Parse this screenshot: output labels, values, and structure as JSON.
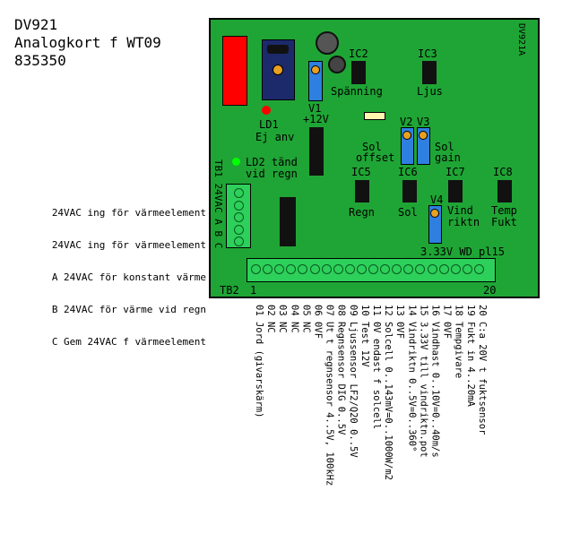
{
  "title": {
    "line1": "DV921",
    "line2": "Analogkort f WT09",
    "line3": "835350"
  },
  "board": {
    "code": "DV921A",
    "v1_label": "V1",
    "v1_volt": "+12V",
    "ld1_line1": "LD1",
    "ld1_line2": "Ej anv",
    "ld2_line1": "LD2 tänd",
    "ld2_line2": "vid regn",
    "ic2": "IC2",
    "ic2_sub": "Spänning",
    "ic3": "IC3",
    "ic3_sub": "Ljus",
    "v2": "V2",
    "v3": "V3",
    "sol_offset_line1": "Sol",
    "sol_offset_line2": "offset",
    "sol_gain_line1": "Sol",
    "sol_gain_line2": "gain",
    "ic5": "IC5",
    "ic5_sub": "Regn",
    "ic6": "IC6",
    "ic6_sub": "Sol",
    "ic7": "IC7",
    "ic7_sub1": "Vind",
    "ic7_sub2": "riktn",
    "ic8": "IC8",
    "ic8_sub1": "Temp",
    "ic8_sub2": "Fukt",
    "v4": "V4",
    "bottom_tag": "3.33V WD pl15",
    "tb1_label": "TB1 24VAC A B C",
    "tb2_label": "TB2",
    "tb2_first": "1",
    "tb2_last": "20"
  },
  "tb1_descriptions": [
    "24VAC ing för värmeelement",
    "24VAC ing för värmeelement",
    "A 24VAC för konstant värme",
    "B 24VAC för värme vid regn",
    "C Gem 24VAC f värmeelement"
  ],
  "tb2_pins": [
    "01 Jord (givarskärm)",
    "02 NC",
    "03 NC",
    "04 NC",
    "05 NC",
    "06 0VF",
    "07 Ut t regnsensor 4..5V, 100kHz",
    "08 Regnsensor DIG 0..5V",
    "09 Ljussensor LF2/Q20 0..5V",
    "10 Test 12V",
    "11 0V endast f solcell",
    "12 Solcell 0..143mV=0..1000W/m2",
    "13 0VF",
    "14 Vindriktn 0..5V=0..360°",
    "15 3.33V till vindriktn.pot",
    "16 Vindhast 0..10V=0..40m/s",
    "17 0VF",
    "18 Tempgivare",
    "19 Fukt in 4..20mA",
    "20 C:a 20V t fuktsensor"
  ],
  "colors": {
    "board": "#1fa535",
    "terminal": "#2dd05a",
    "pot": "#2f7fe0",
    "relay": "#ff0000",
    "led1": "#ff0000",
    "led2": "#00ff00"
  }
}
